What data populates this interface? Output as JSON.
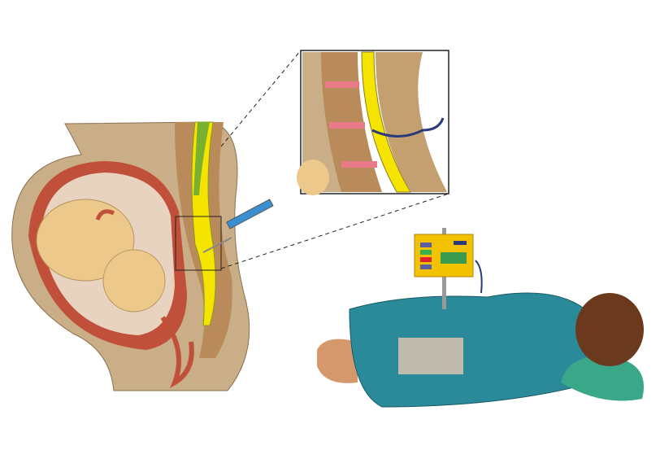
{
  "illustration": {
    "icons": [
      "pregnant-body-cross-section",
      "fetus",
      "spine",
      "epidural-needle",
      "zoom-inset",
      "patient-lying",
      "infusion-pump"
    ],
    "colors": {
      "skin": "#c9ae87",
      "uterus": "#c0503a",
      "fetus": "#ecc98a",
      "spinal_cord": "#f5e400",
      "vertebra": "#b98a5a",
      "disc": "#e87a8a",
      "gown": "#2a8a9a",
      "pump": "#f2c200",
      "hair": "#6b3a1e",
      "pillow": "#3aa888",
      "catheter": "#2a3a7a"
    }
  }
}
